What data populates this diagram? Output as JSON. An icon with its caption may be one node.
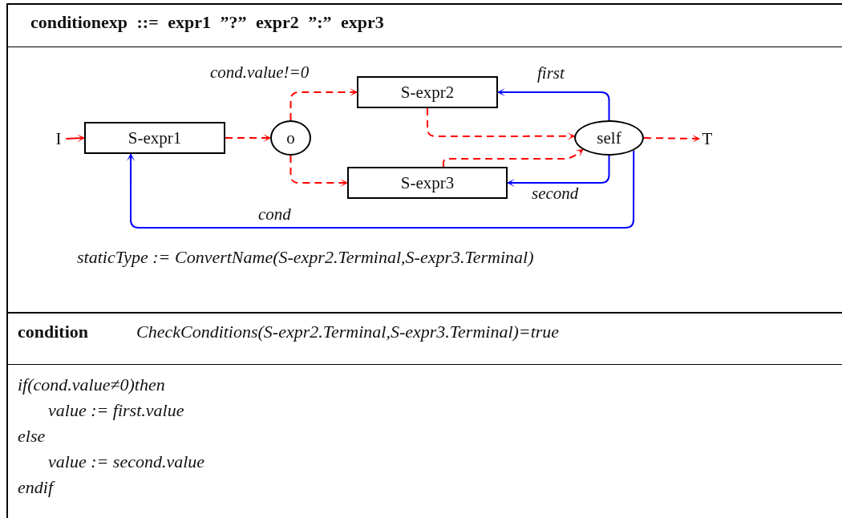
{
  "diagram": {
    "title": "conditionexp ::= expr1 ”?” expr2 ”:” expr3",
    "nodes": [
      {
        "text": [
          "I"
        ]
      },
      {
        "text": [
          "S-expr1"
        ]
      },
      {
        "text": [
          "o"
        ]
      },
      {
        "text": [
          "S-expr2"
        ]
      },
      {
        "text": [
          "S-expr3"
        ]
      },
      {
        "text": [
          "self"
        ]
      },
      {
        "text": [
          "T"
        ]
      }
    ],
    "edges": [
      {
        "from": 0,
        "to": 1,
        "arrow": "to"
      },
      {
        "from": 1,
        "to": 2,
        "arrow": "to",
        "style": "dashed"
      },
      {
        "from": 2,
        "to": 3,
        "arrow": "to",
        "style": "dashed",
        "label": "cond.value!=0"
      },
      {
        "from": 2,
        "to": 4,
        "arrow": "to",
        "style": "dashed"
      },
      {
        "from": 3,
        "to": 5,
        "arrow": "to",
        "style": "dashed"
      },
      {
        "from": 4,
        "to": 5,
        "arrow": "to",
        "style": "dashed"
      },
      {
        "from": 5,
        "to": 6,
        "arrow": "to",
        "style": "dashed"
      },
      {
        "from": 5,
        "to": 3,
        "arrow": "to",
        "color": "#0000ff",
        "label": "first"
      },
      {
        "from": 5,
        "to": 4,
        "arrow": "to",
        "color": "#0000ff",
        "label": "second"
      },
      {
        "from": 5,
        "to": 1,
        "arrow": "to",
        "color": "#0000ff",
        "label": "cond"
      }
    ],
    "labels": [
      "staticType := ConvertName(S-expr2.Terminal,S-expr3.Terminal)",
      "condition",
      "CheckConditions(S-expr2.Terminal,S-expr3.Terminal)=true",
      "if(cond.value≠0)then",
      "value := first.value",
      "else",
      "value := second.value",
      "endif"
    ]
  }
}
